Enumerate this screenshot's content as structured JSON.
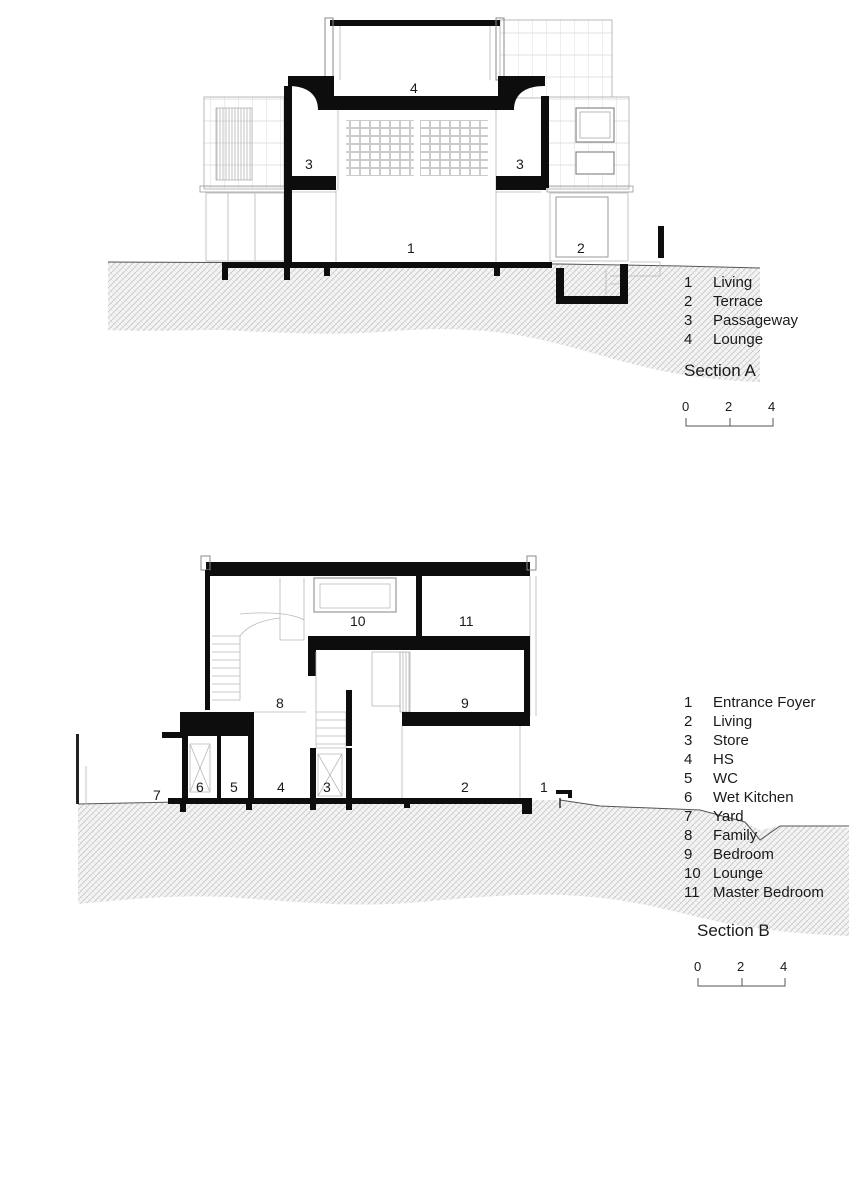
{
  "section_a": {
    "title": "Section A",
    "labels": {
      "r1": "1",
      "r2": "2",
      "r3l": "3",
      "r3r": "3",
      "r4": "4"
    },
    "legend": [
      {
        "num": "1",
        "name": "Living"
      },
      {
        "num": "2",
        "name": "Terrace"
      },
      {
        "num": "3",
        "name": "Passageway"
      },
      {
        "num": "4",
        "name": "Lounge"
      }
    ],
    "scale": [
      "0",
      "2",
      "4"
    ]
  },
  "section_b": {
    "title": "Section B",
    "labels": {
      "r1": "1",
      "r2": "2",
      "r3": "3",
      "r4": "4",
      "r5": "5",
      "r6": "6",
      "r7": "7",
      "r8": "8",
      "r9": "9",
      "r10": "10",
      "r11": "11"
    },
    "legend": [
      {
        "num": "1",
        "name": "Entrance Foyer"
      },
      {
        "num": "2",
        "name": "Living"
      },
      {
        "num": "3",
        "name": "Store"
      },
      {
        "num": "4",
        "name": "HS"
      },
      {
        "num": "5",
        "name": "WC"
      },
      {
        "num": "6",
        "name": "Wet Kitchen"
      },
      {
        "num": "7",
        "name": "Yard"
      },
      {
        "num": "8",
        "name": "Family"
      },
      {
        "num": "9",
        "name": "Bedroom"
      },
      {
        "num": "10",
        "name": "Lounge"
      },
      {
        "num": "11",
        "name": "Master Bedroom"
      }
    ],
    "scale": [
      "0",
      "2",
      "4"
    ]
  },
  "colors": {
    "poche": "#0d0d0d",
    "line": "#b8b8b8",
    "ground": "#cfcfcf"
  }
}
